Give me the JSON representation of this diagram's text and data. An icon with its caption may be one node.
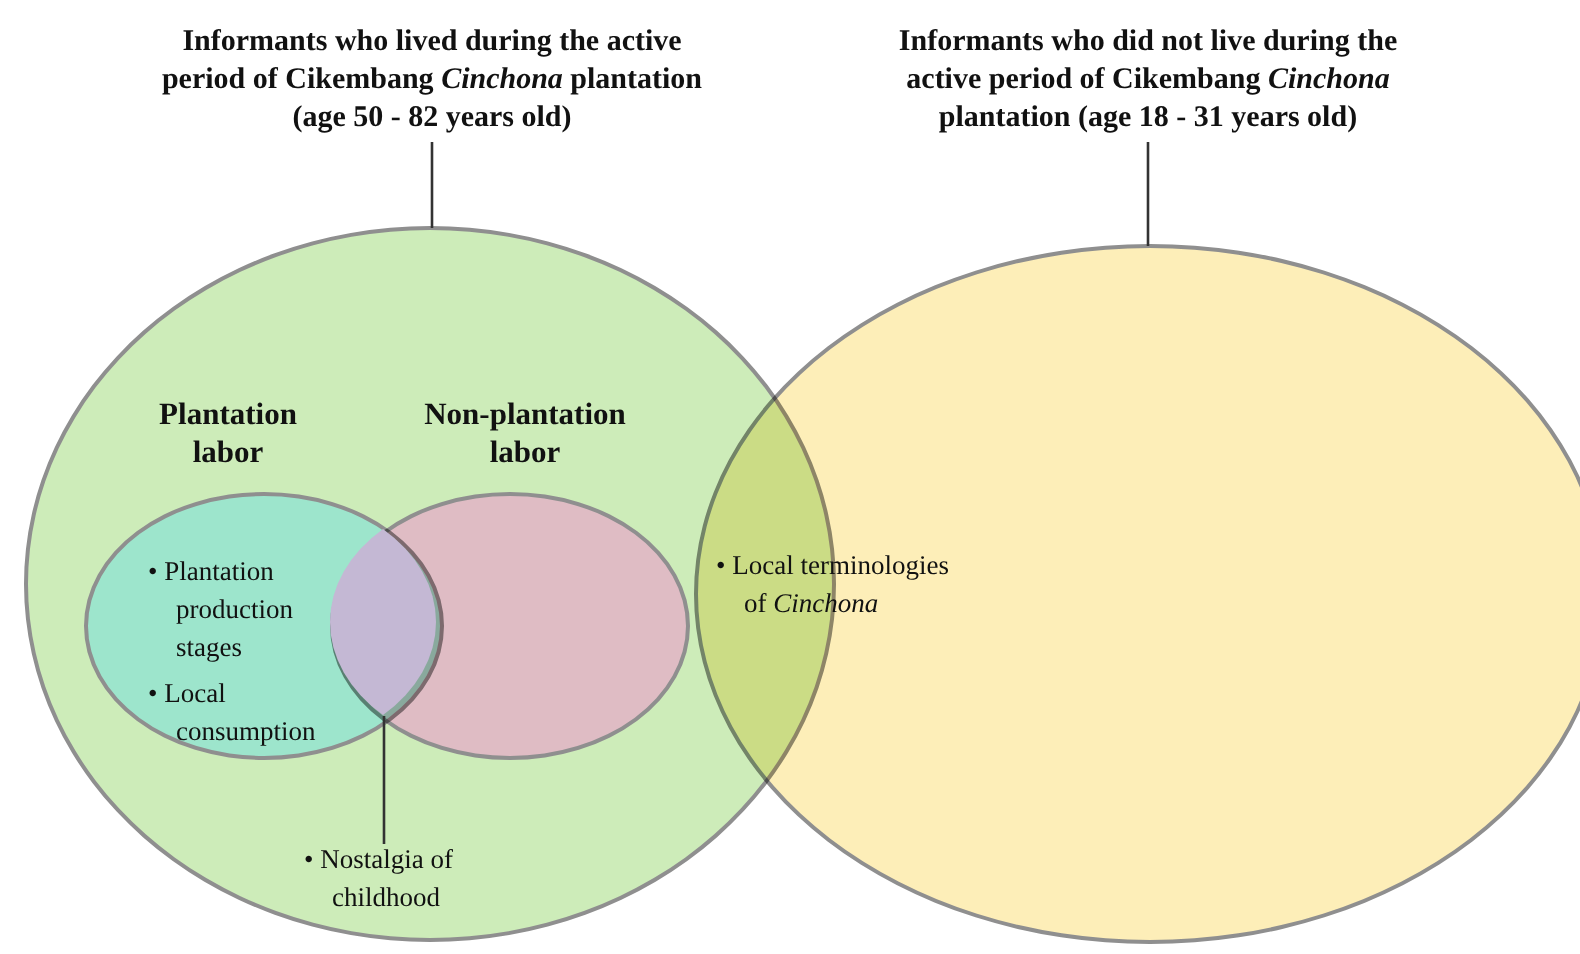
{
  "diagram": {
    "nodes": [
      {
        "text": [
          "Informants who lived during the active period of Cikembang *Cinchona* plantation (age 50 - 82 years old)"
        ]
      },
      {
        "text": [
          "Informants who did not live during the active period of Cikembang *Cinchona* plantation (age 18 - 31 years old)"
        ]
      },
      {
        "text": [],
        "shape": "ellipse"
      },
      {
        "text": [],
        "shape": "ellipse"
      },
      {
        "text": [
          "Plantation labor",
          "• Plantation production stages",
          "• Local consumption"
        ],
        "in": 2
      },
      {
        "text": [
          "Non-plantation labor"
        ],
        "in": 2
      },
      {
        "text": [
          "• Nostalgia of childhood"
        ],
        "in": 2
      },
      {
        "text": [],
        "shape": "lens"
      }
    ],
    "edges": [
      {
        "from": 0,
        "to": 2,
        "arrow": "none"
      },
      {
        "from": 1,
        "to": 3,
        "arrow": "none"
      },
      {
        "from": 6,
        "to": 7,
        "arrow": "none"
      }
    ],
    "labels": [
      "• Local terminologies of *Cinchona*"
    ]
  }
}
